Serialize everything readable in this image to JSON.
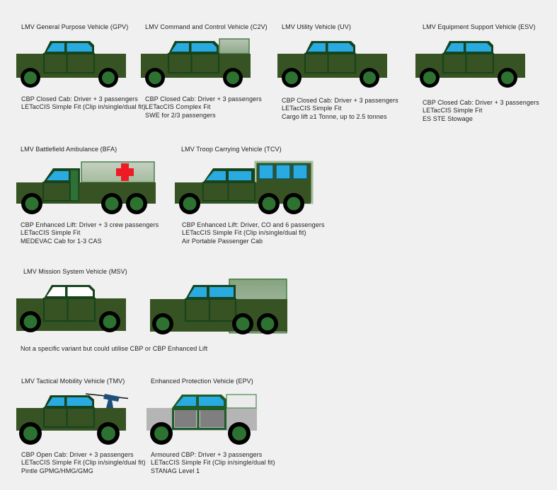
{
  "colors": {
    "bg": "#f0f0f0",
    "body-green": "#375323",
    "frame-green": "#17441d",
    "window-blue": "#29abe2",
    "window-white": "#ffffff",
    "wheel-green": "#2d7231",
    "sage-border": "#4a7d4f",
    "cross-red": "#ed1c24",
    "tcv-frame": "#a3bf9c",
    "gun-navy": "#1f4e79",
    "epv-body": "#b5b5b5",
    "epv-door": "#7f7f7f",
    "epv-box": "#ebebeb",
    "epv-frame": "#1e5c28",
    "bfa-pillar": "#2e7036"
  },
  "vehicles": [
    {
      "id": "gpv",
      "title": "LMV General Purpose Vehicle (GPV)",
      "lines": [
        "CBP Closed Cab: Driver + 3 passengers",
        "LETacCIS Simple Fit (Clip in/single/dual fit)"
      ]
    },
    {
      "id": "c2v",
      "title": "LMV Command and Control Vehicle (C2V)",
      "lines": [
        "CBP Closed Cab: Driver + 3 passengers",
        "LETacCIS Complex Fit",
        "SWE for 2/3 passengers"
      ]
    },
    {
      "id": "uv",
      "title": "LMV Utility Vehicle (UV)",
      "lines": [
        "CBP Closed Cab: Driver + 3 passengers",
        "LETacCIS Simple Fit",
        "Cargo lift ≥1 Tonne, up to 2.5 tonnes"
      ]
    },
    {
      "id": "esv",
      "title": "LMV Equipment Support Vehicle (ESV)",
      "lines": [
        "CBP Closed Cab: Driver + 3 passengers",
        "LETacCIS Simple Fit",
        "ES STE Stowage"
      ]
    },
    {
      "id": "bfa",
      "title": "LMV Battlefield Ambulance (BFA)",
      "lines": [
        "CBP Enhanced Lift: Driver + 3 crew passengers",
        "LETacCIS Simple Fit",
        "MEDEVAC Cab for 1-3 CAS"
      ]
    },
    {
      "id": "tcv",
      "title": "LMV Troop Carrying Vehicle (TCV)",
      "lines": [
        "CBP Enhanced Lift: Driver, CO and 6 passengers",
        "LETacCIS Simple Fit (Clip in/single/dual fit)",
        "Air Portable Passenger Cab"
      ]
    },
    {
      "id": "msv",
      "title": "LMV Mission System Vehicle (MSV)",
      "lines": [
        "Not a specific variant but could utilise CBP or CBP Enhanced Lift"
      ]
    },
    {
      "id": "tmv",
      "title": "LMV Tactical Mobility Vehicle (TMV)",
      "lines": [
        "CBP Open Cab: Driver + 3 passengers",
        "LETacCIS Simple Fit (Clip in/single/dual fit)",
        "Pintle GPMG/HMG/GMG"
      ]
    },
    {
      "id": "epv",
      "title": "Enhanced Protection Vehicle (EPV)",
      "lines": [
        "Armoured CBP: Driver + 3 passengers",
        "LETacCIS Simple Fit (Clip in/single/dual fit)",
        "STANAG Level 1"
      ]
    }
  ]
}
